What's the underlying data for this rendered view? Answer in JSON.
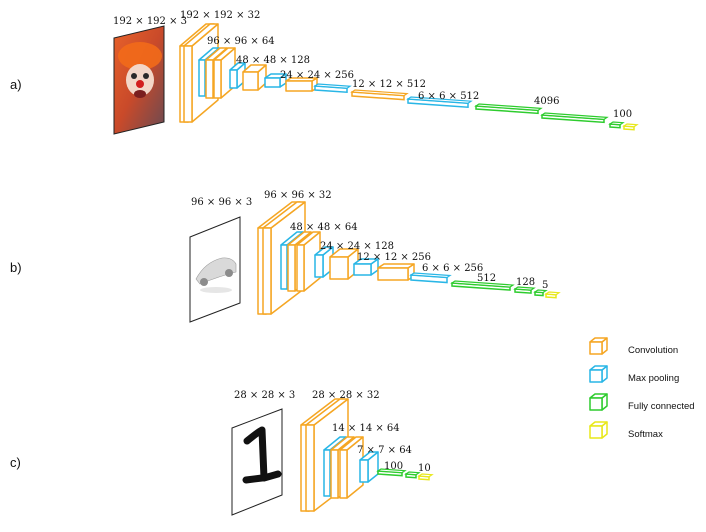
{
  "colors": {
    "convolution": "#F5A623",
    "max_pooling": "#29B6E6",
    "fully_connected": "#2ECC2E",
    "softmax": "#E8E81A",
    "outline": "#333333"
  },
  "legend": {
    "convolution": "Convolution",
    "max_pooling": "Max pooling",
    "fully_connected": "Fully connected",
    "softmax": "Softmax"
  },
  "rows": {
    "a": {
      "label": "a)",
      "input_size": "192 × 192 × 3",
      "input_image": "clown-face-photo",
      "layers": [
        "192 × 192 × 32",
        "96 × 96 × 64",
        "48 × 48 × 128",
        "24 × 24 × 256",
        "12 × 12 × 512",
        "6 × 6 × 512",
        "4096",
        "100"
      ]
    },
    "b": {
      "label": "b)",
      "input_size": "96 × 96 × 3",
      "input_image": "car-render",
      "layers": [
        "96 × 96 × 32",
        "48 × 48 × 64",
        "24 × 24 × 128",
        "12 × 12 × 256",
        "6 × 6 × 256",
        "512",
        "128",
        "5"
      ]
    },
    "c": {
      "label": "c)",
      "input_size": "28 × 28 × 3",
      "input_image": "handwritten-digit-1",
      "layers": [
        "28 × 28 × 32",
        "14 × 14 × 64",
        "7 × 7 × 64",
        "100",
        "10"
      ]
    }
  }
}
